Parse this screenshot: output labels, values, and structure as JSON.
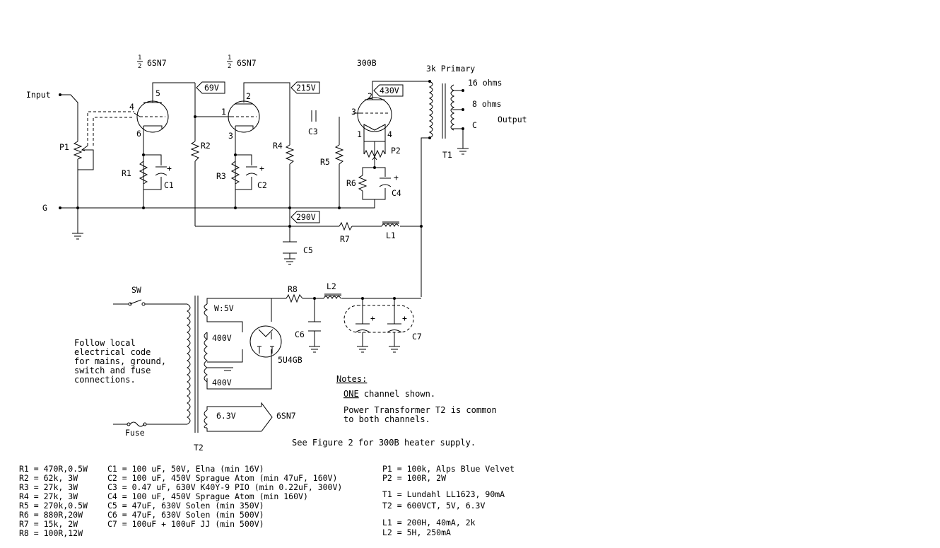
{
  "tubes": {
    "v1": {
      "frac": "1/2",
      "name": "6SN7",
      "pins": {
        "plate": "5",
        "grid": "4",
        "cathode": "6"
      }
    },
    "v2": {
      "frac": "1/2",
      "name": "6SN7",
      "pins": {
        "plate": "2",
        "grid": "1",
        "cathode": "3"
      }
    },
    "v3": {
      "name": "300B",
      "pins": {
        "plate": "2",
        "grid": "3",
        "fil1": "1",
        "fil2": "4"
      }
    },
    "rect": {
      "name": "5U4GB"
    }
  },
  "voltages": {
    "v69": "69V",
    "v215": "215V",
    "v430": "430V",
    "v290": "290V"
  },
  "labels": {
    "input": "Input",
    "ground": "G",
    "P1": "P1",
    "P2": "P2",
    "R1": "R1",
    "R2": "R2",
    "R3": "R3",
    "R4": "R4",
    "R5": "R5",
    "R6": "R6",
    "R7": "R7",
    "R8": "R8",
    "C1": "C1",
    "C2": "C2",
    "C3": "C3",
    "C4": "C4",
    "C5": "C5",
    "C6": "C6",
    "C7": "C7",
    "L1": "L1",
    "L2": "L2",
    "T1": "T1",
    "T2": "T2",
    "primary": "3k Primary",
    "tap16": "16 ohms",
    "tap8": "8 ohms",
    "tapC": "C",
    "output": "Output",
    "sw": "SW",
    "fuse": "Fuse",
    "sec_w": "W:5V",
    "sec_400a": "400V",
    "sec_400b": "400V",
    "sec_63": "6.3V",
    "heater_to": "6SN7",
    "plus": "+"
  },
  "safety_note": [
    "Follow local",
    "electrical code",
    "for mains, ground,",
    "switch and fuse",
    "connections."
  ],
  "notes": {
    "title": "Notes:",
    "one": "ONE",
    "line1_rest": " channel shown.",
    "line2": "Power Transformer T2 is common",
    "line3": "to both channels.",
    "figure": "See Figure 2 for 300B heater supply."
  },
  "parts": {
    "resistors": [
      "R1 = 470R,0.5W",
      "R2 = 62k, 3W",
      "R3 = 27k, 3W",
      "R4 = 27k, 3W",
      "R5 = 270k,0.5W",
      "R6 = 880R,20W",
      "R7 = 15k, 2W",
      "R8 = 100R,12W"
    ],
    "capacitors": [
      "C1 = 100 uF, 50V, Elna (min 16V)",
      "C2 = 100 uF, 450V Sprague Atom (min 47uF, 160V)",
      "C3 = 0.47 uF, 630V K40Y-9 PIO (min 0.22uF, 300V)",
      "C4 = 100 uF, 450V Sprague Atom (min 160V)",
      "C5 = 47uF, 630V Solen (min 350V)",
      "C6 = 47uF, 630V Solen (min 500V)",
      "C7 = 100uF + 100uF JJ (min 500V)"
    ],
    "pots": [
      "P1 = 100k, Alps Blue Velvet",
      "P2 = 100R, 2W"
    ],
    "transformers": [
      "T1 = Lundahl LL1623, 90mA",
      "T2 = 600VCT, 5V, 6.3V"
    ],
    "inductors": [
      "L1 = 200H, 40mA, 2k",
      "L2 = 5H, 250mA"
    ]
  }
}
